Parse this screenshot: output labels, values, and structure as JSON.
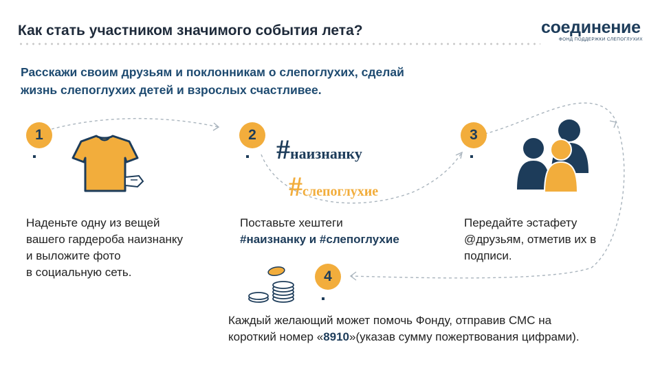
{
  "header": {
    "title": "Как стать участником значимого события лета?",
    "logo_text": "соединение",
    "logo_subtitle": "ФОНД ПОДДЕРЖКИ СЛЕПОГЛУХИХ"
  },
  "intro": {
    "line1": "Расскажи своим друзьям и поклонникам о слепоглухих,  сделай",
    "line2": "жизнь слепоглухих детей и взрослых счастливее."
  },
  "steps": [
    {
      "number": "1",
      "lines": [
        "Наденьте одну из вещей",
        "вашего гардероба наизнанку",
        "и выложите фото",
        "в социальную сеть."
      ]
    },
    {
      "number": "2",
      "line1": "Поставьте хештеги",
      "line2": "#наизнанку и #слепоглухие",
      "hashtag1_symbol": "#",
      "hashtag1_word": "наизнанку",
      "hashtag2_symbol": "#",
      "hashtag2_word": "слепоглухие"
    },
    {
      "number": "3",
      "lines": [
        "Передайте эстафету",
        "@друзьям, отметив их  в",
        "подписи."
      ]
    },
    {
      "number": "4",
      "line1": "Каждый желающий может помочь Фонду, отправив СМС  на",
      "line2_before": "короткий номер «",
      "line2_number": "8910",
      "line2_after": "»(указав сумму пожертвования цифрами)."
    }
  ],
  "colors": {
    "accent": "#f2ad3c",
    "navy": "#1d3c5a",
    "intro_blue": "#1d4a70",
    "title": "#1e2a3a"
  }
}
